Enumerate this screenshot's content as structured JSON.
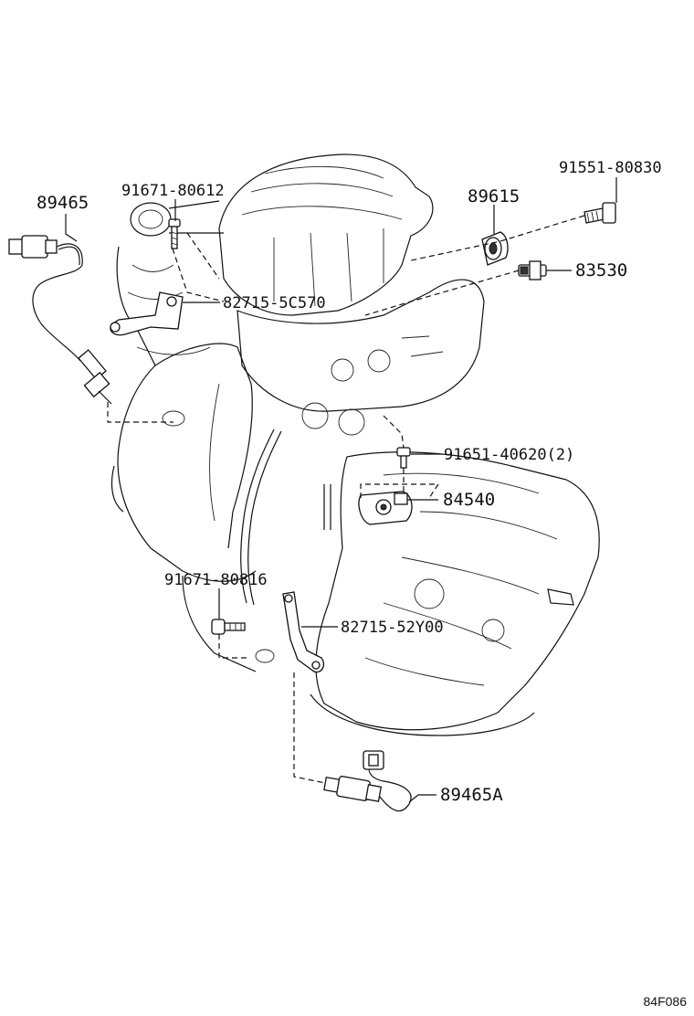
{
  "labels": {
    "p89465": "89465",
    "p91671_80612": "91671-80612",
    "p82715_5C570": "82715-5C570",
    "p89615": "89615",
    "p91551_80830": "91551-80830",
    "p83530": "83530",
    "p91651_40620": "91651-40620(2)",
    "p84540": "84540",
    "p91671_80816": "91671-80816",
    "p82715_52Y00": "82715-52Y00",
    "p89465A": "89465A"
  },
  "diagram_code": "84F086"
}
